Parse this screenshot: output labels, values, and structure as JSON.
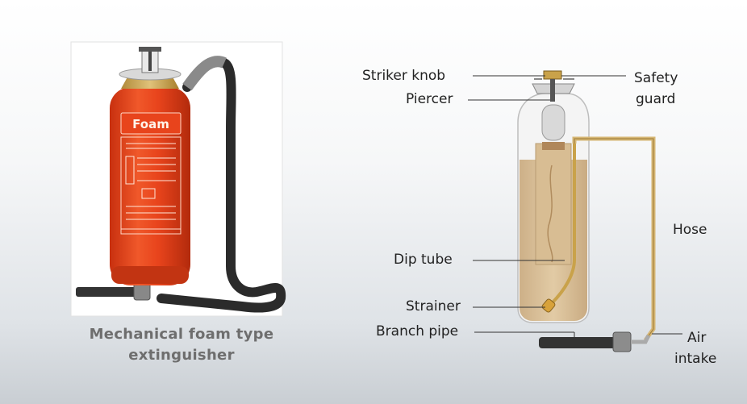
{
  "extinguisher_photo": {
    "brand_label": "Foam",
    "caption_line1": "Mechanical foam type",
    "caption_line2": "extinguisher"
  },
  "diagram": {
    "labels": {
      "striker_knob": "Striker knob",
      "safety_guard_line1": "Safety",
      "safety_guard_line2": "guard",
      "piercer": "Piercer",
      "hose": "Hose",
      "dip_tube": "Dip tube",
      "strainer": "Strainer",
      "branch_pipe": "Branch pipe",
      "air_intake_line1": "Air",
      "air_intake_line2": "intake"
    }
  },
  "colors": {
    "extinguisher_red": "#e8441c",
    "foam_tan": "#dcc29a",
    "hose_dark": "#2b2b2b",
    "brass": "#c9a24a"
  }
}
